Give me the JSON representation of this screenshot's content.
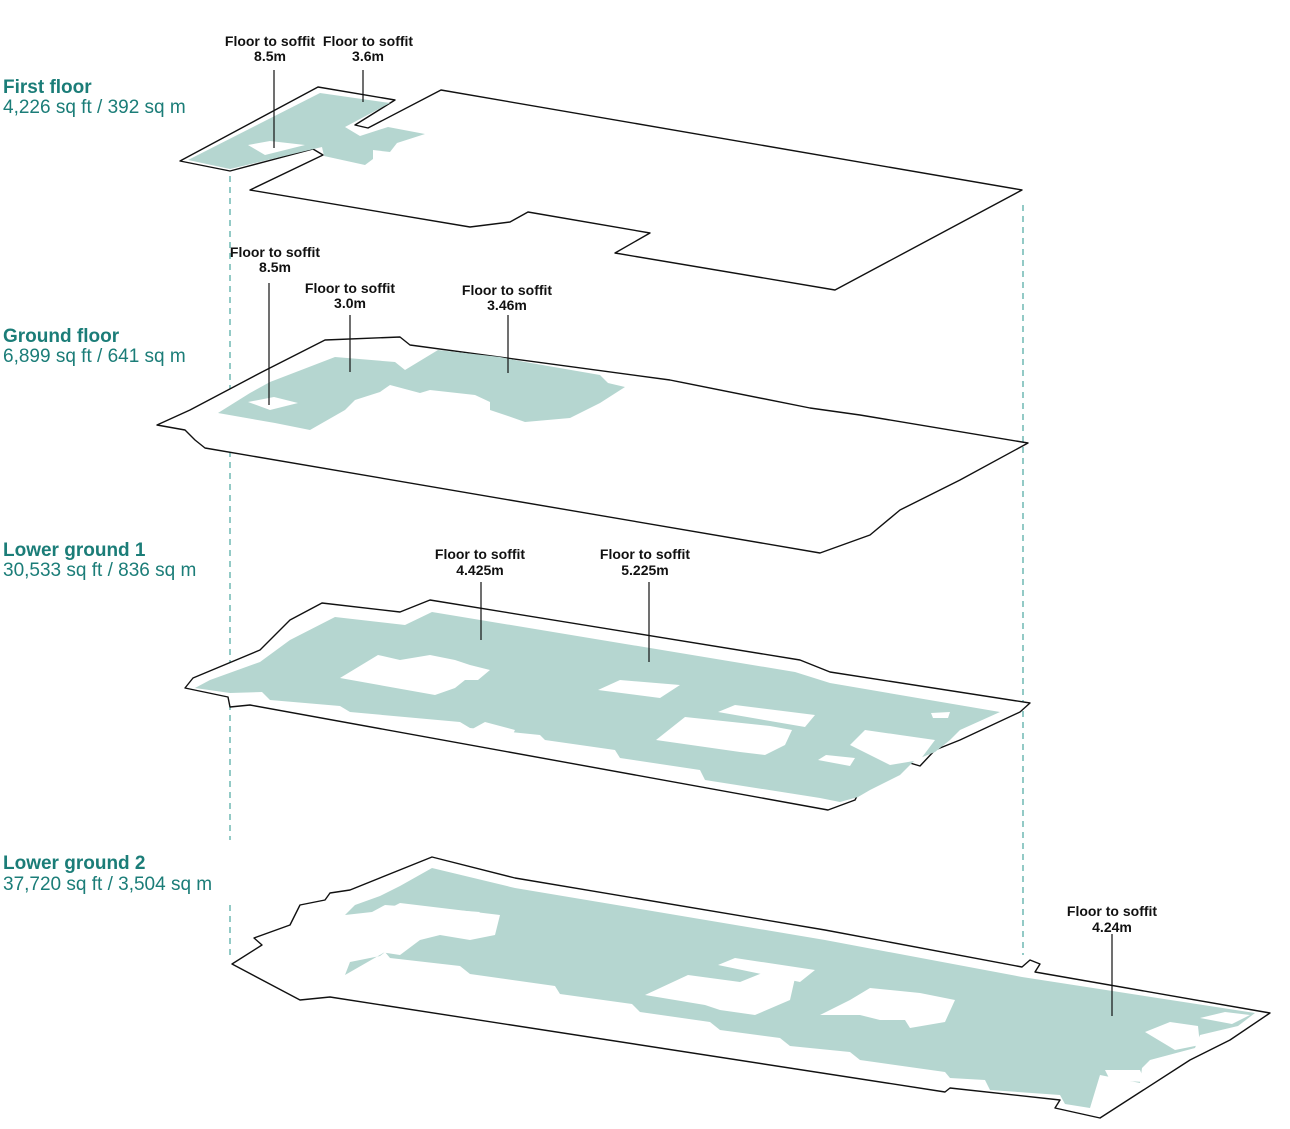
{
  "floors": [
    {
      "name": "First floor",
      "area": "4,226 sq ft / 392 sq m",
      "callouts": [
        {
          "label": "Floor to soffit",
          "value": "8.5m"
        },
        {
          "label": "Floor to soffit",
          "value": "3.6m"
        }
      ]
    },
    {
      "name": "Ground floor",
      "area": "6,899 sq ft / 641 sq m",
      "callouts": [
        {
          "label": "Floor to soffit",
          "value": "8.5m"
        },
        {
          "label": "Floor to soffit",
          "value": "3.0m"
        },
        {
          "label": "Floor to soffit",
          "value": "3.46m"
        }
      ]
    },
    {
      "name": "Lower ground 1",
      "area": "30,533 sq ft / 836 sq m",
      "callouts": [
        {
          "label": "Floor to soffit",
          "value": "4.425m"
        },
        {
          "label": "Floor to soffit",
          "value": "5.225m"
        }
      ]
    },
    {
      "name": "Lower ground 2",
      "area": "37,720 sq ft / 3,504 sq m",
      "callouts": [
        {
          "label": "Floor to soffit",
          "value": "4.24m"
        }
      ]
    }
  ],
  "colors": {
    "heading": "#1b7d78",
    "zone_fill": "#b5d6d0",
    "outline": "#111111",
    "guide": "#4ba6a0"
  }
}
